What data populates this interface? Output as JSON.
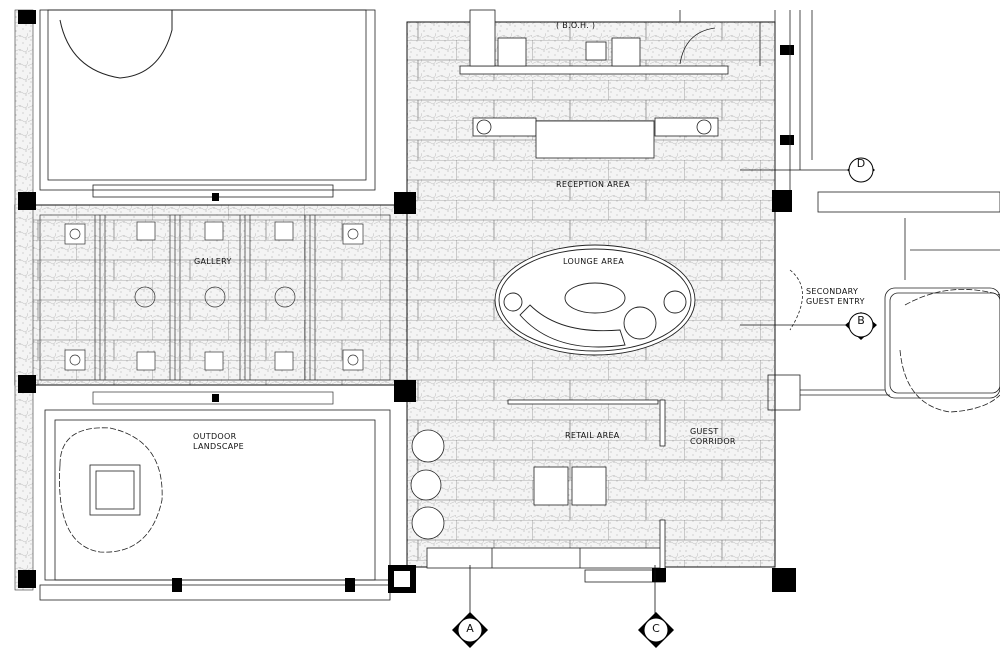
{
  "labels": {
    "boh": "( B.O.H. )",
    "reception": "RECEPTION AREA",
    "gallery": "GALLERY",
    "lounge": "LOUNGE AREA",
    "secondary_entry_1": "SECONDARY",
    "secondary_entry_2": "GUEST ENTRY",
    "outdoor_1": "OUTDOOR",
    "outdoor_2": "LANDSCAPE",
    "retail": "RETAIL AREA",
    "corridor_1": "GUEST",
    "corridor_2": "CORRIDOR"
  },
  "section_markers": {
    "d": "D",
    "b": "B",
    "a": "A",
    "c": "C"
  },
  "colors": {
    "line": "#111111",
    "floor": "#f2f2f2",
    "wall": "#000000"
  }
}
